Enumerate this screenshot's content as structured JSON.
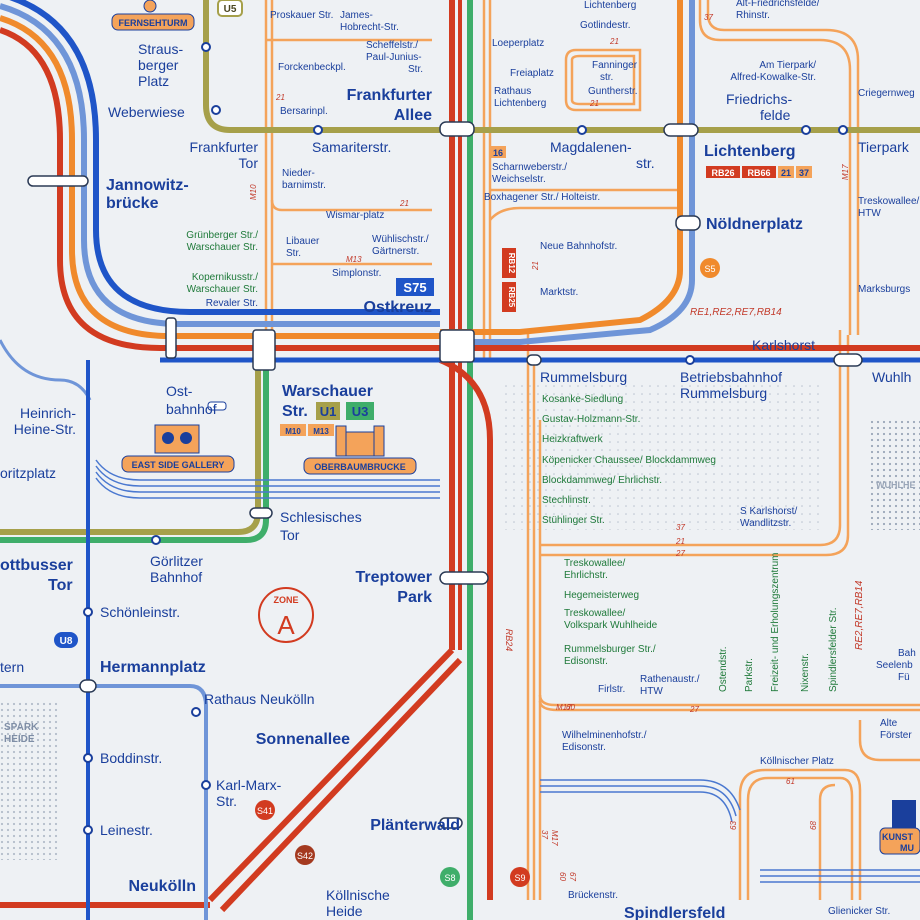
{
  "colors": {
    "background": "#eef1f4",
    "s_red": "#d23b20",
    "s_blue": "#1f55c8",
    "s_lightblue": "#6f95d8",
    "s_orange": "#f08a2c",
    "s_olive": "#a6a04a",
    "s_green": "#3fae6a",
    "tram_orange": "#f4a35a",
    "text_blue": "#1a3f9c",
    "tram_green": "#1f7a3a",
    "regional_red": "#c23a2a"
  },
  "zone": {
    "label": "ZONE",
    "letter": "A"
  },
  "landmarks": {
    "fernsehturm": "FERNSEHTURM",
    "east_side_gallery": "EAST SIDE GALLERY",
    "oberbaumbruecke": "OBERBAUMBRUCKE",
    "kunst": "KUNST",
    "mu": "MU"
  },
  "badges": {
    "u5": "U5",
    "u8": "U8",
    "u1": "U1",
    "u3": "U3",
    "s75": "S75",
    "m10": "M10",
    "m13": "M13",
    "s5": "S5",
    "s41": "S41",
    "s42": "S42",
    "s8": "S8",
    "s9": "S9",
    "rb26": "RB26",
    "rb66": "RB66",
    "t21": "21",
    "t37": "37",
    "t16": "16",
    "rb12": "RB12",
    "rb25": "RB25",
    "rb24": "RB24"
  },
  "stations_major": {
    "frankfurter_allee_1": "Frankfurter",
    "frankfurter_allee_2": "Allee",
    "jannowitz_1": "Jannowitz-",
    "jannowitz_2": "brücke",
    "ostkreuz": "Ostkreuz",
    "noeldnerplatz": "Nöldnerplatz",
    "lichtenberg": "Lichtenberg",
    "warschauer_1": "Warschauer",
    "warschauer_2": "Str.",
    "treptower_1": "Treptower",
    "treptower_2": "Park",
    "hermannplatz": "Hermannplatz",
    "sonnenallee": "Sonnenallee",
    "plaenterwald": "Plänterwald",
    "neukoelln": "Neukölln",
    "cottbusser_1": "ottbusser",
    "cottbusser_2": "Tor"
  },
  "stations_medium": {
    "strausberger_1": "Straus-",
    "strausberger_2": "berger",
    "strausberger_3": "Platz",
    "weberwiese": "Weberwiese",
    "frankfurter_tor_1": "Frankfurter",
    "frankfurter_tor_2": "Tor",
    "samariterstr": "Samariterstr.",
    "magdalenenstr_1": "Magdalenen-",
    "magdalenenstr_2": "str.",
    "friedrichsfelde_1": "Friedrichs-",
    "friedrichsfelde_2": "felde",
    "tierpark": "Tierpark",
    "karlshorst": "Karlshorst",
    "wuhlheide": "Wuhlh",
    "rummelsburg": "Rummelsburg",
    "betriebsbahnhof_1": "Betriebsbahnhof",
    "betriebsbahnhof_2": "Rummelsburg",
    "ostbahnhof_1": "Ost-",
    "ostbahnhof_2": "bahnhof",
    "heinrich_1": "Heinrich-",
    "heinrich_2": "Heine-Str.",
    "moritzplatz": "oritzplatz",
    "schlesisches_1": "Schlesisches",
    "schlesisches_2": "Tor",
    "goerlitzer_1": "Görlitzer",
    "goerlitzer_2": "Bahnhof",
    "schoenleinstr": "Schönleinstr.",
    "rathaus_neukoelln": "Rathaus Neukölln",
    "boddinstr": "Boddinstr.",
    "karl_marx_1": "Karl-Marx-",
    "karl_marx_2": "Str.",
    "leinestr": "Leinestr.",
    "koellnische_1": "Köllnische",
    "koellnische_2": "Heide",
    "spindlersfeld": "Spindlersfeld",
    "kern": "tern",
    "park_heide_1": "SPARK",
    "park_heide_2": "HEIDE"
  },
  "tram_stops": {
    "proskauer": "Proskauer Str.",
    "james_1": "James-",
    "james_2": "Hobrecht-Str.",
    "scheffel_1": "Scheffelstr./",
    "scheffel_2": "Paul-Junius-",
    "scheffel_3": "Str.",
    "forckenbeck": "Forckenbeckpl.",
    "bersarin": "Bersarinpl.",
    "niederbarnim_1": "Nieder-",
    "niederbarnim_2": "barnimstr.",
    "wismar": "Wismar-platz",
    "gruenberger_1": "Grünberger Str./",
    "gruenberger_2": "Warschauer Str.",
    "libauer_1": "Libauer",
    "libauer_2": "Str.",
    "wuehlisch_1": "Wühlischstr./",
    "wuehlisch_2": "Gärtnerstr.",
    "kopernikus_1": "Kopernikusstr./",
    "kopernikus_2": "Warschauer Str.",
    "simplon": "Simplonstr.",
    "revaler": "Revaler Str.",
    "lichtenberg_top": "Lichtenberg",
    "gotlindestr": "Gotlindestr.",
    "loeperplatz": "Loeperplatz",
    "freiaplatz": "Freiaplatz",
    "fanninger_1": "Fanninger",
    "fanninger_2": "str.",
    "guntherstr": "Guntherstr.",
    "rathaus_lichtenberg_1": "Rathaus",
    "rathaus_lichtenberg_2": "Lichtenberg",
    "alt_friedrichsfelde_1": "Alt-Friedrichsfelde/",
    "alt_friedrichsfelde_2": "Rhinstr.",
    "am_tierpark_1": "Am Tierpark/",
    "am_tierpark_2": "Alfred-Kowalke-Str.",
    "criegern": "Criegernweg",
    "scharnweber_1": "Scharnweberstr./",
    "scharnweber_2": "Weichselstr.",
    "boxhagener": "Boxhagener Str./ Holteistr.",
    "neue_bahnhof": "Neue Bahnhofstr.",
    "marktstr": "Marktstr.",
    "treskow_htw_1": "Treskowallee/",
    "treskow_htw_2": "HTW",
    "marksburg": "Marksburgs",
    "kosanke": "Kosanke-Siedlung",
    "gustav": "Gustav-Holzmann-Str.",
    "heizkraftwerk": "Heizkraftwerk",
    "koepenicker": "Köpenicker Chaussee/ Blockdammweg",
    "blockdamm": "Blockdammweg/ Ehrlichstr.",
    "stechlin": "Stechlinstr.",
    "stuehlinger": "Stühlinger Str.",
    "s_karlshorst_1": "S Karlshorst/",
    "s_karlshorst_2": "Wandlitzstr.",
    "treskow_ehrlich_1": "Treskowallee/",
    "treskow_ehrlich_2": "Ehrlichstr.",
    "hegemeister": "Hegemeisterweg",
    "treskow_volkspark_1": "Treskowallee/",
    "treskow_volkspark_2": "Volkspark Wuhlheide",
    "rummelsburger_1": "Rummelsburger Str./",
    "rummelsburger_2": "Edisonstr.",
    "firlstr": "Firlstr.",
    "rathenau_1": "Rathenaustr./",
    "rathenau_2": "HTW",
    "ostendstr": "Ostendstr.",
    "parkstr": "Parkstr.",
    "freizeit": "Freizeit- und Erholungszentrum",
    "nixenstr": "Nixenstr.",
    "spindlersfelder": "Spindlersfelder Str.",
    "wilhelminen_1": "Wilhelminenhofstr./",
    "wilhelminen_2": "Edisonstr.",
    "alte_foerster_1": "Alte",
    "alte_foerster_2": "Förster",
    "bahn_seelenb_1": "Bah",
    "bahn_seelenb_2": "Seelenb",
    "bahn_seelenb_3": "Fü",
    "koellnischer_platz": "Köllnischer Platz",
    "brueckenstr": "Brückenstr.",
    "glienicker": "Glienicker Str."
  },
  "rail_labels": {
    "re_top": "RE1,RE2,RE7,RB14",
    "re_vertical": "RE2,RE7,RB14",
    "wuhlheide_wm": "WUHLHE"
  },
  "route_numbers": {
    "r21": "21",
    "r37": "37",
    "r27": "27",
    "r61": "61",
    "r63": "63",
    "r67": "67",
    "r68": "68",
    "r60": "60",
    "m10": "M10",
    "m13": "M13",
    "m17": "M17"
  }
}
